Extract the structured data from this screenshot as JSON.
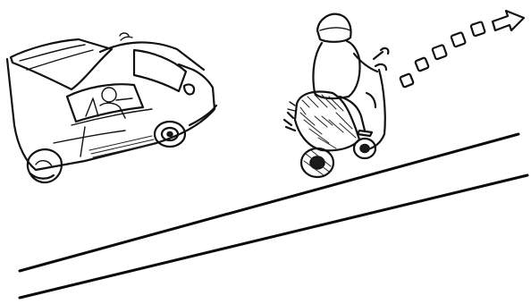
{
  "scene": {
    "subject": "car-opening-door-and-scooter-rider",
    "line_color": "#111111",
    "background_color": "#ffffff",
    "arrow_segments": 5,
    "road_lines": 2
  }
}
